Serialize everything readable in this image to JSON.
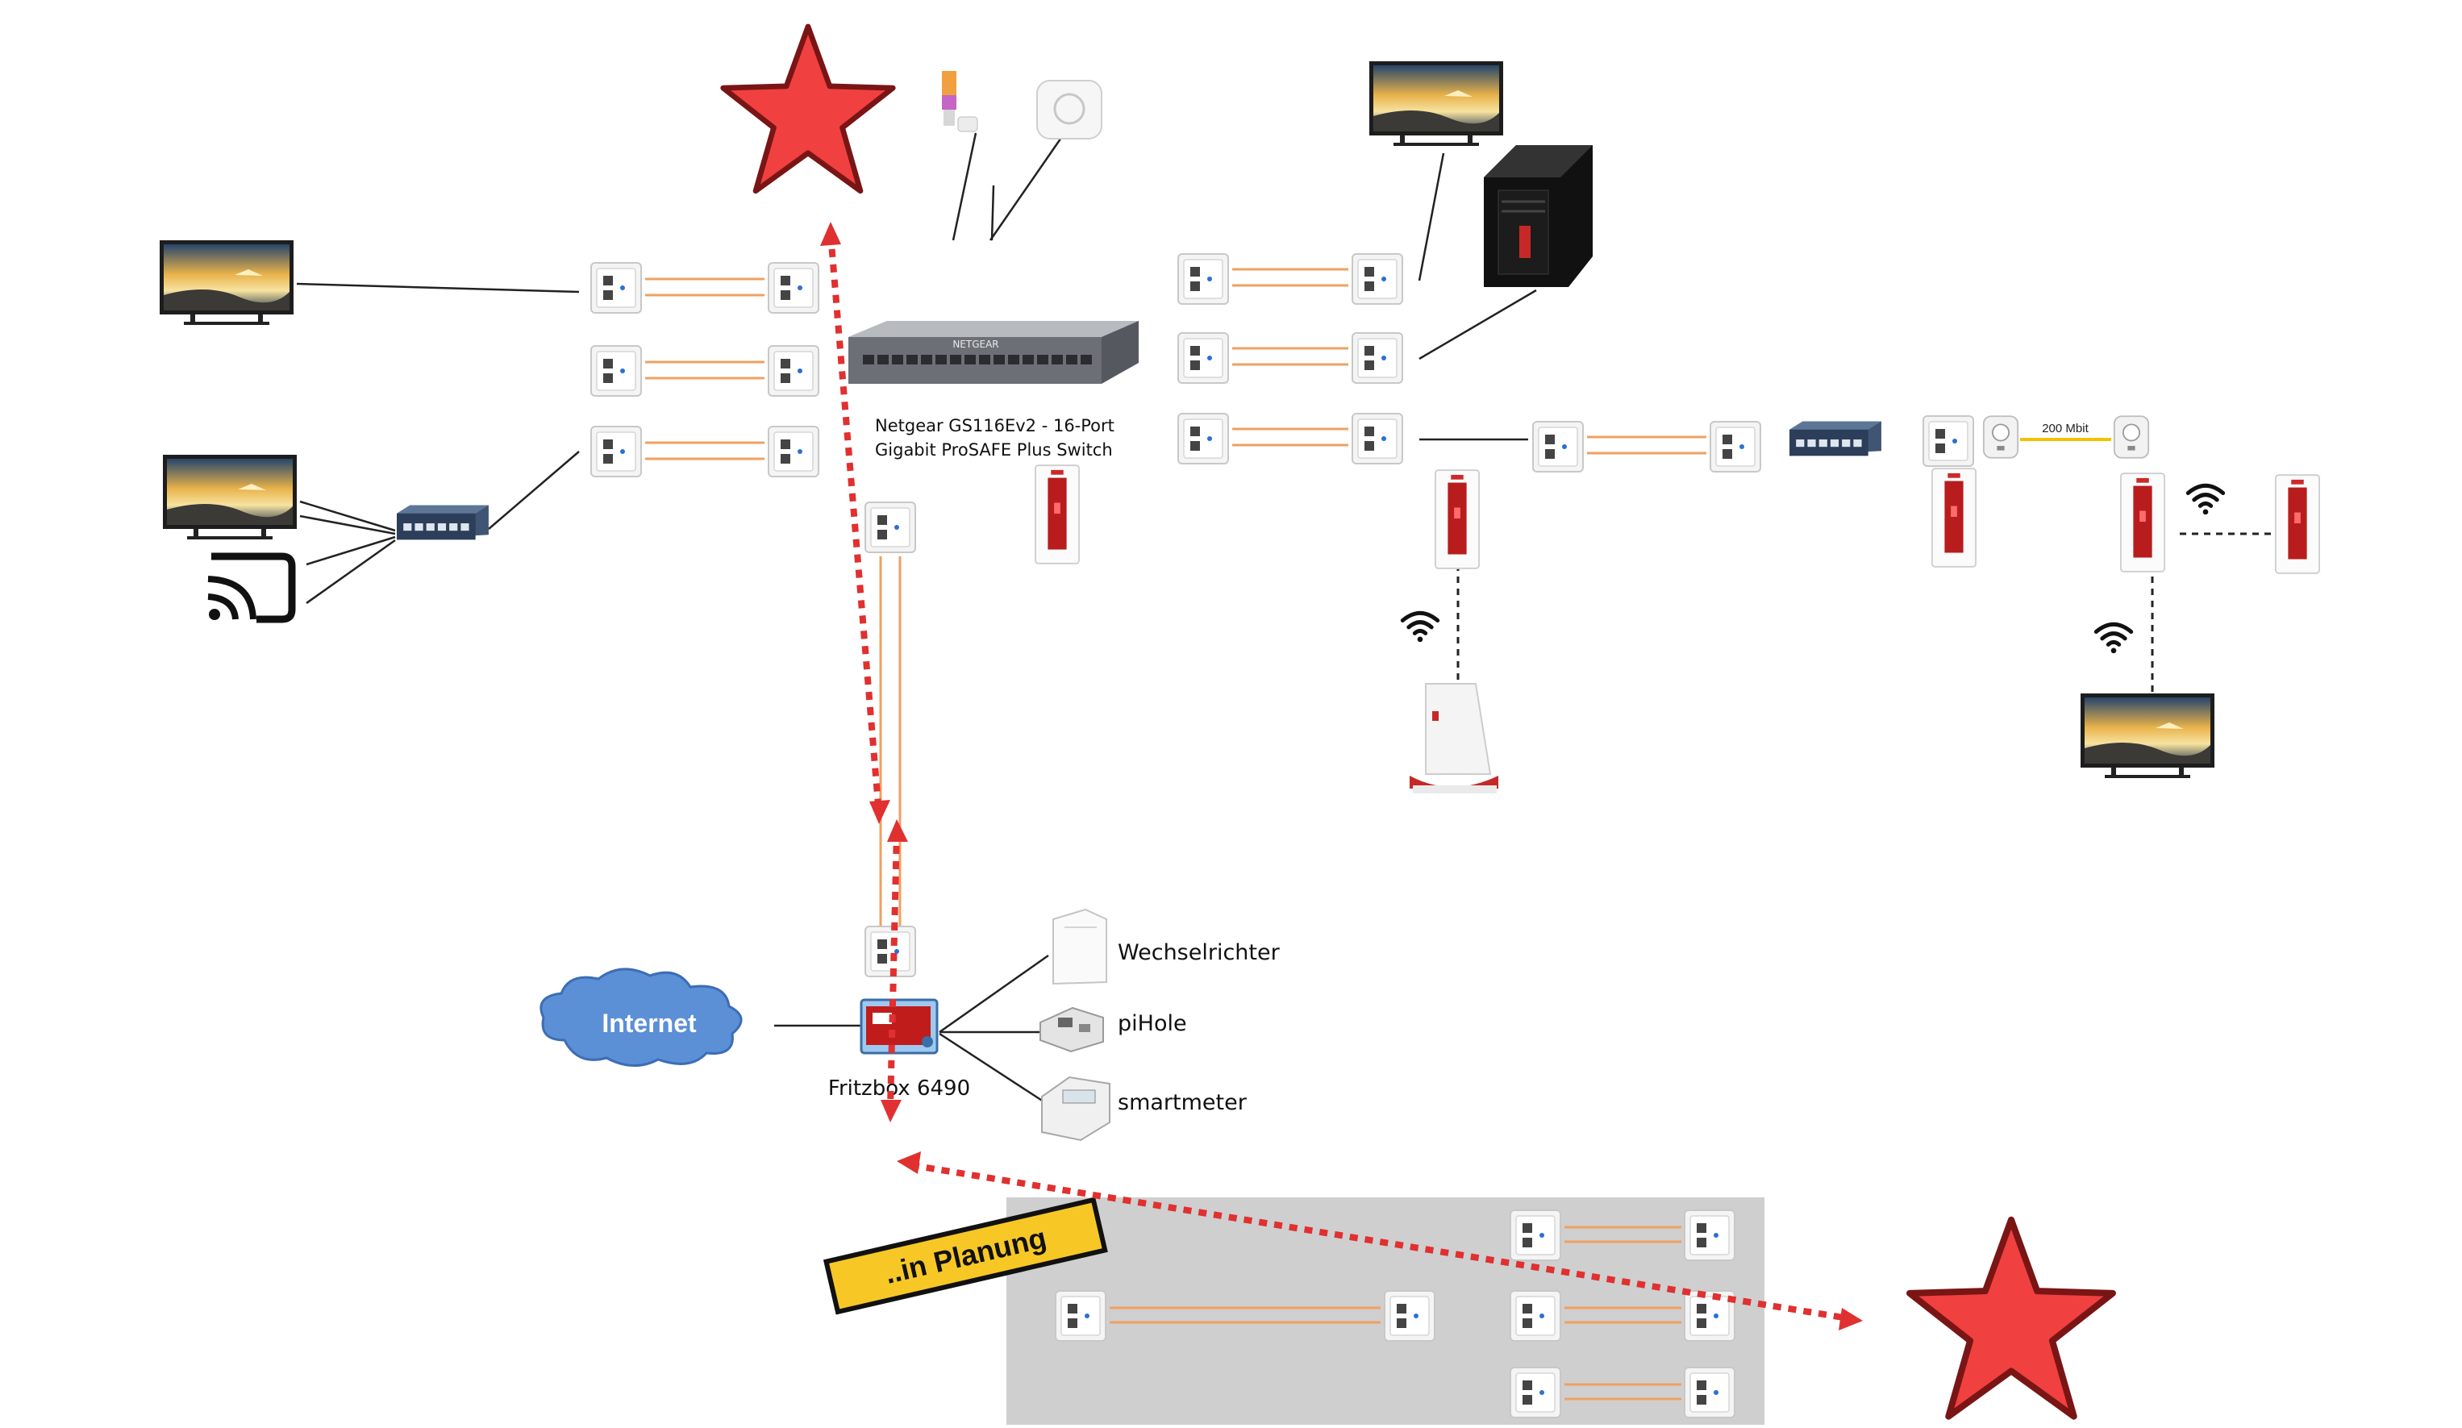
{
  "labels": {
    "switch_line1": "Netgear GS116Ev2 - 16-Port",
    "switch_line2": "Gigabit ProSAFE Plus Switch",
    "wechselrichter": "Wechselrichter",
    "pihole": "piHole",
    "smartmeter": "smartmeter",
    "fritzbox": "Fritzbox 6490",
    "internet": "Internet",
    "planung": "..in Planung",
    "powerline_speed": "200 Mbit"
  },
  "colors": {
    "background": "#ffffff",
    "cable_orange": "#f0a060",
    "planned_dotted": "#e03030",
    "star_red": "#f04040",
    "cloud_blue": "#5b8fd6",
    "planning_area": "#cfcfcf",
    "planning_tag": "#f7c825",
    "powerline_red": "#b81c1c",
    "powerline_link": "#f2c200"
  },
  "icons": [
    "tv-icon",
    "cast-icon",
    "desktop-pc-icon",
    "network-switch-icon",
    "ethernet-wall-socket-icon",
    "powerline-adapter-icon",
    "wifi-icon",
    "wifi-repeater-icon",
    "hue-bridge-icon",
    "smart-light-icon",
    "inverter-icon",
    "raspberry-pi-icon",
    "smart-meter-icon",
    "router-icon",
    "cloud-icon",
    "star-icon"
  ]
}
